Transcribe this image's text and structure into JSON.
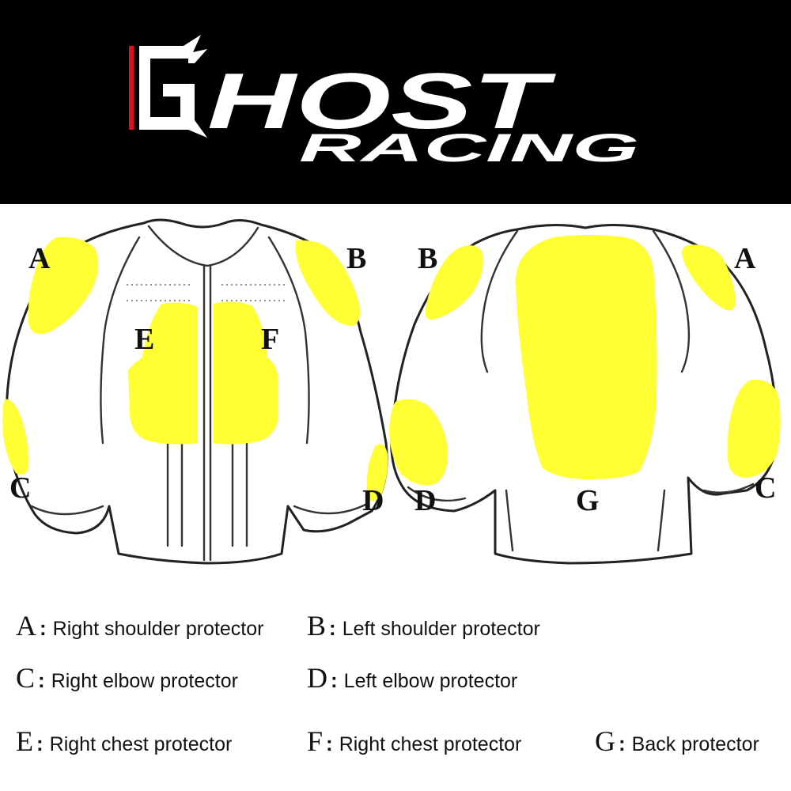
{
  "brand": {
    "initial": "G",
    "name": "HOST",
    "tagline": "RACING",
    "colors": {
      "banner": "#000000",
      "text": "#ffffff",
      "accent": "#e0101a"
    }
  },
  "colors": {
    "protector": "#ffff33"
  },
  "callouts": {
    "front_a": "A",
    "front_b": "B",
    "front_c": "C",
    "front_d": "D",
    "front_e": "E",
    "front_f": "F",
    "back_b": "B",
    "back_a": "A",
    "back_d": "D",
    "back_g": "G",
    "back_c": "C"
  },
  "legend": [
    {
      "letter": "A",
      "text": "Right shoulder protector"
    },
    {
      "letter": "B",
      "text": "Left shoulder protector"
    },
    {
      "letter": "C",
      "text": "Right elbow protector"
    },
    {
      "letter": "D",
      "text": "Left elbow protector"
    },
    {
      "letter": "E",
      "text": "Right chest protector"
    },
    {
      "letter": "F",
      "text": "Right chest protector"
    },
    {
      "letter": "G",
      "text": "Back protector"
    }
  ]
}
